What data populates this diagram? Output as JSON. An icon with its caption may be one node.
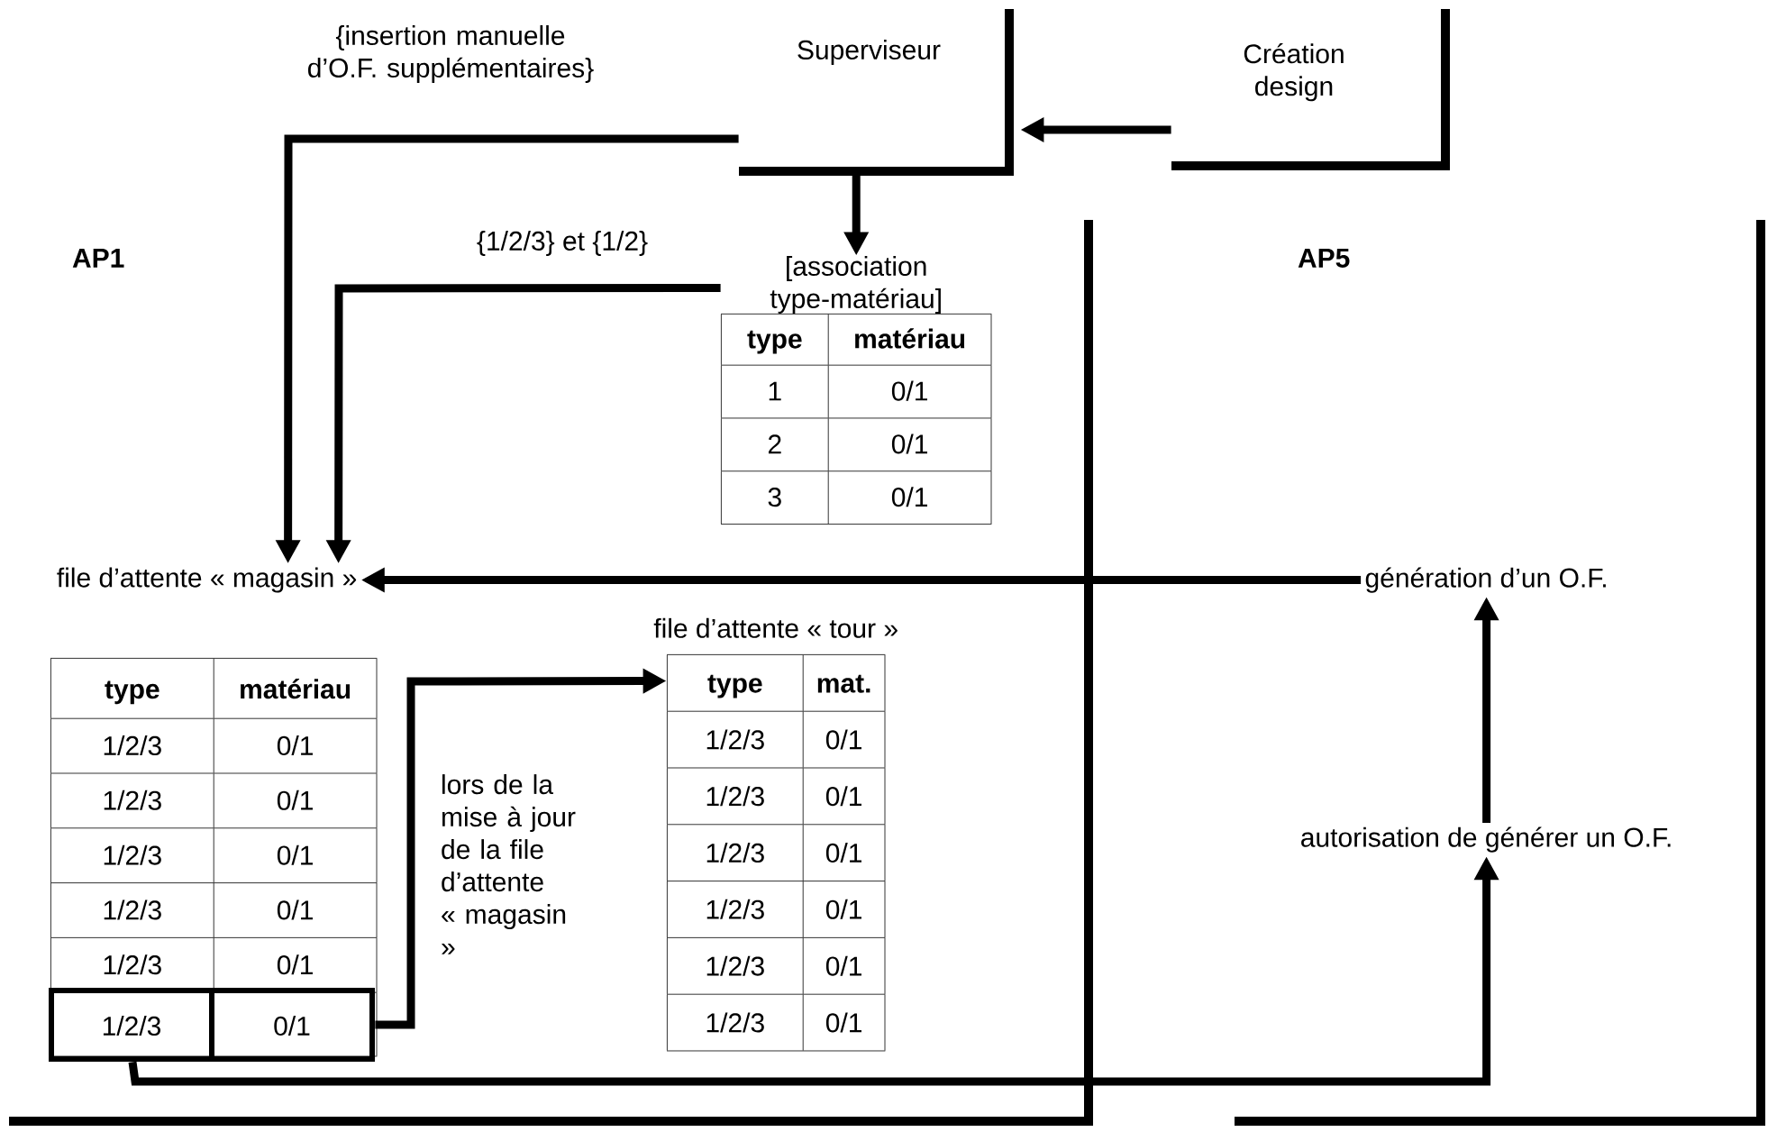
{
  "diagram": {
    "nodes": [
      {
        "text": [
          "Superviseur"
        ]
      },
      {
        "text": [
          "Création design"
        ]
      },
      {
        "text": [
          "AP1"
        ]
      },
      {
        "text": [
          "AP5"
        ]
      },
      {
        "text": [
          "[association type-matériau]",
          "type",
          "matériau",
          "1",
          "0/1",
          "2",
          "0/1",
          "3",
          "0/1"
        ],
        "in": 2
      },
      {
        "text": [
          "file d’attente « magasin »"
        ],
        "in": 2
      },
      {
        "text": [
          "génération d’un O.F."
        ],
        "in": 3
      },
      {
        "text": [
          "type",
          "matériau",
          "1/2/3",
          "0/1",
          "1/2/3",
          "0/1",
          "1/2/3",
          "0/1",
          "1/2/3",
          "0/1",
          "1/2/3",
          "0/1"
        ],
        "in": 2
      },
      {
        "text": [
          "1/2/3",
          "0/1"
        ],
        "in": 7
      },
      {
        "text": [
          "file d’attente « tour »",
          "type",
          "mat.",
          "1/2/3",
          "0/1",
          "1/2/3",
          "0/1",
          "1/2/3",
          "0/1",
          "1/2/3",
          "0/1",
          "1/2/3",
          "0/1",
          "1/2/3",
          "0/1"
        ],
        "in": 2
      },
      {
        "text": [
          "autorisation de générer un O.F."
        ],
        "in": 3
      }
    ],
    "edges": [
      {
        "from": 0,
        "to": 5,
        "arrow": "to",
        "label": "{insertion manuelle d’O.F. supplémentaires}"
      },
      {
        "from": 0,
        "to": 4,
        "arrow": "to"
      },
      {
        "from": 4,
        "to": 5,
        "arrow": "to",
        "label": "{1/2/3} et {1/2}"
      },
      {
        "from": 1,
        "to": 0,
        "arrow": "to"
      },
      {
        "from": 6,
        "to": 5,
        "arrow": "to"
      },
      {
        "from": 8,
        "to": 9,
        "arrow": "to",
        "label": "lors de la mise à jour de la file d’attente « magasin »"
      },
      {
        "from": 10,
        "to": 6,
        "arrow": "to"
      },
      {
        "from": 8,
        "to": 10,
        "arrow": "to"
      }
    ]
  }
}
